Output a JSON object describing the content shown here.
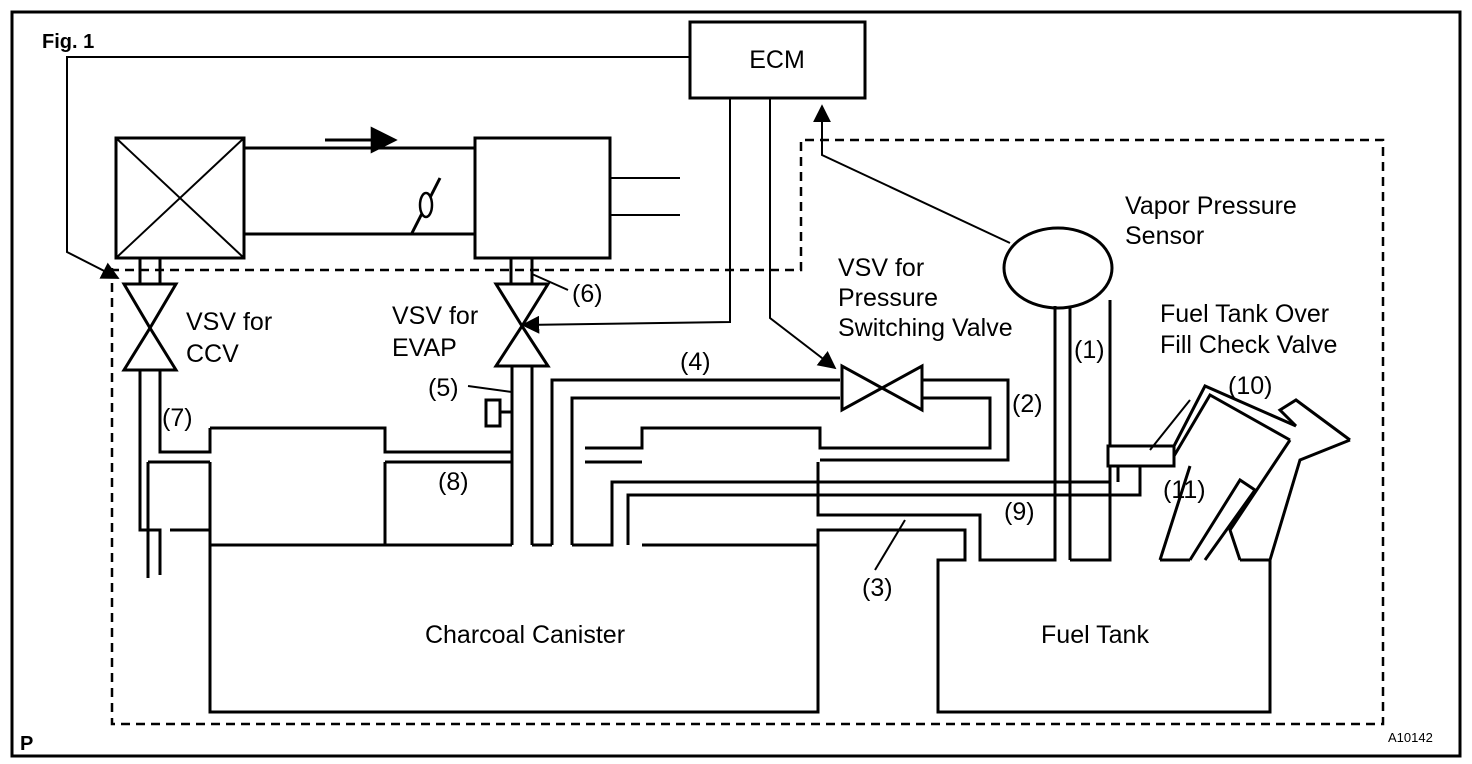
{
  "figure": {
    "fig_label": "Fig. 1",
    "corner_letter": "P",
    "figure_code": "A10142"
  },
  "components": {
    "ecm": "ECM",
    "vapor_pressure_sensor": [
      "Vapor Pressure",
      "Sensor"
    ],
    "vsv_pressure_switching": [
      "VSV for",
      "Pressure",
      "Switching Valve"
    ],
    "fuel_tank_over_fill": [
      "Fuel Tank Over",
      "Fill Check Valve"
    ],
    "vsv_ccv": [
      "VSV for",
      "CCV"
    ],
    "vsv_evap": [
      "VSV for",
      "EVAP"
    ],
    "charcoal_canister": "Charcoal Canister",
    "fuel_tank": "Fuel Tank"
  },
  "callouts": [
    "(1)",
    "(2)",
    "(3)",
    "(4)",
    "(5)",
    "(6)",
    "(7)",
    "(8)",
    "(9)",
    "(10)",
    "(11)"
  ]
}
